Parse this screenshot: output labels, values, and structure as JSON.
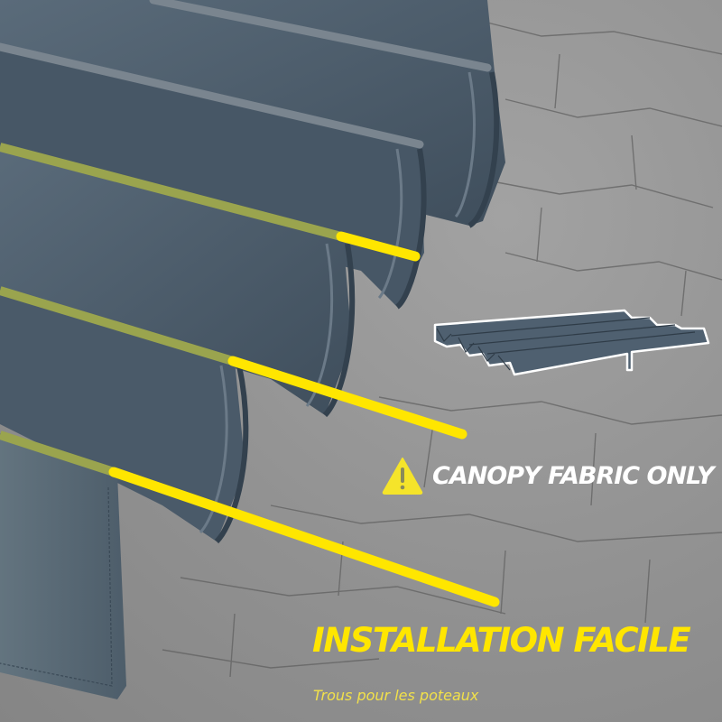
{
  "image": {
    "description": "Grey pergola canopy fabric with yellow pole-sleeve indicators over a grey brick wall background",
    "colors": {
      "background": "#8f8f8f",
      "fabric": "#4f6070",
      "fabric_dark": "#3c4a58",
      "fabric_light": "#60717f",
      "piping_grey": "#6f7b86",
      "piping_olive": "#9aa44e",
      "accent_yellow": "#ffe600",
      "text_white": "#ffffff"
    }
  },
  "warning": {
    "icon": "warning-triangle-icon",
    "text": "CANOPY FABRIC ONLY"
  },
  "feature": {
    "title": "INSTALLATION FACILE",
    "subtitle": "Trous pour les poteaux"
  },
  "thumbnail": {
    "description": "Small illustration of the folded corrugated canopy"
  }
}
